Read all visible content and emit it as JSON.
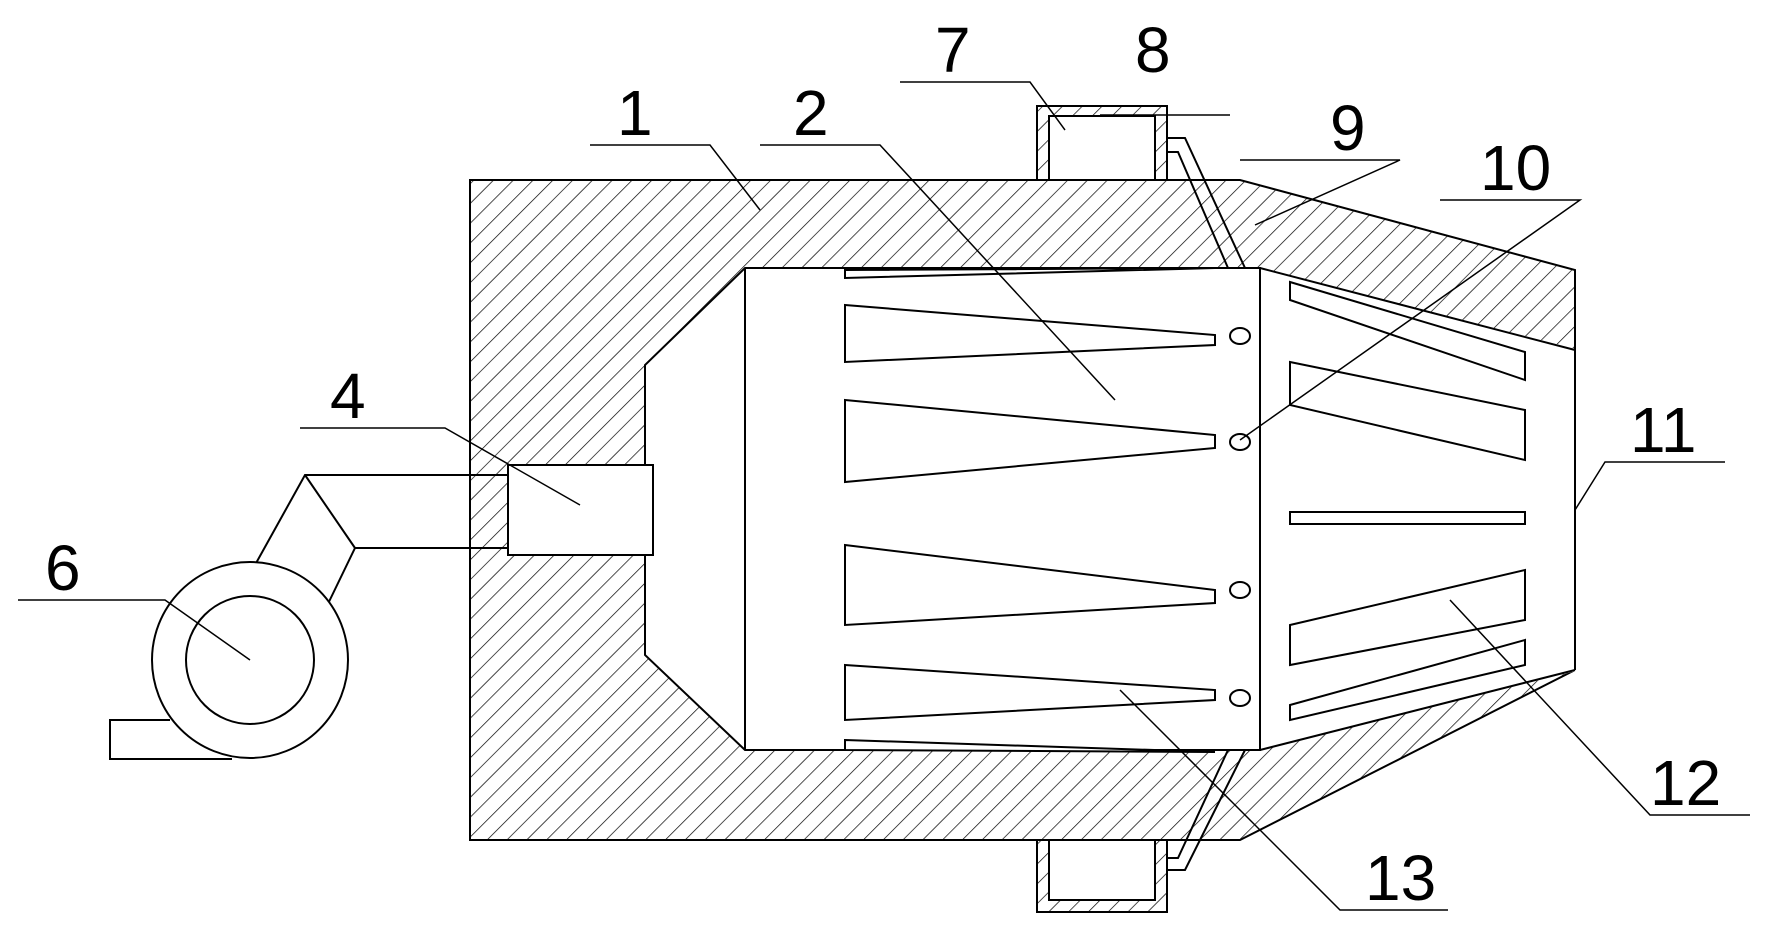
{
  "diagram": {
    "labels": [
      {
        "id": "1",
        "text": "1"
      },
      {
        "id": "2",
        "text": "2"
      },
      {
        "id": "4",
        "text": "4"
      },
      {
        "id": "6",
        "text": "6"
      },
      {
        "id": "7",
        "text": "7"
      },
      {
        "id": "8",
        "text": "8"
      },
      {
        "id": "9",
        "text": "9"
      },
      {
        "id": "10",
        "text": "10"
      },
      {
        "id": "11",
        "text": "11"
      },
      {
        "id": "12",
        "text": "12"
      },
      {
        "id": "13",
        "text": "13"
      }
    ],
    "colors": {
      "line": "#000000",
      "background": "#ffffff"
    }
  }
}
